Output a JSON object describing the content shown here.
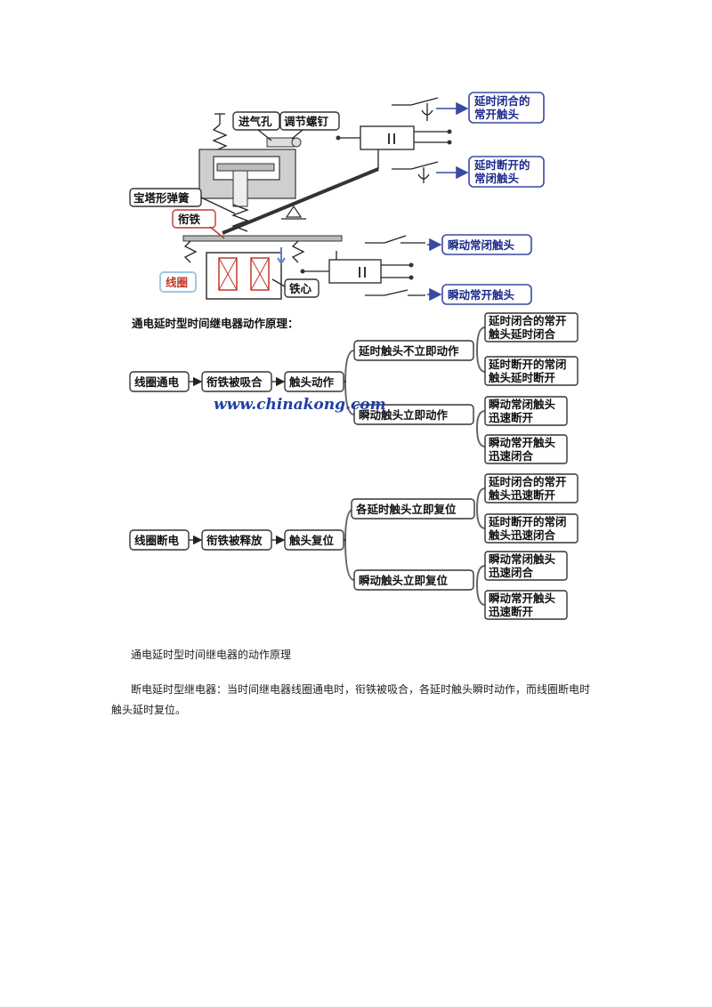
{
  "mechanism": {
    "labels": {
      "intake_hole": "进气孔",
      "adjust_screw": "调节螺钉",
      "pagoda_spring": "宝塔形弹簧",
      "armature": "衔铁",
      "coil": "线圈",
      "iron_core": "铁心"
    },
    "contacts": {
      "delayed_close_no": [
        "延时闭合的",
        "常开触头"
      ],
      "delayed_open_nc": [
        "延时断开的",
        "常闭触头"
      ],
      "instant_nc": "瞬动常闭触头",
      "instant_no": "瞬动常开触头"
    }
  },
  "flow": {
    "title": "通电延时型时间继电器动作原理：",
    "watermark": "www.chinakong.com",
    "energize": {
      "start": "线圈通电",
      "step2": "衔铁被吸合",
      "step3": "触头动作",
      "branch_delayed": "延时触头不立即动作",
      "branch_instant": "瞬动触头立即动作",
      "leaves": [
        [
          "延时闭合的常开",
          "触头延时闭合"
        ],
        [
          "延时断开的常闭",
          "触头延时断开"
        ],
        [
          "瞬动常闭触头",
          "迅速断开"
        ],
        [
          "瞬动常开触头",
          "迅速闭合"
        ]
      ]
    },
    "deenergize": {
      "start": "线圈断电",
      "step2": "衔铁被释放",
      "step3": "触头复位",
      "branch_delayed": "各延时触头立即复位",
      "branch_instant": "瞬动触头立即复位",
      "leaves": [
        [
          "延时闭合的常开",
          "触头迅速断开"
        ],
        [
          "延时断开的常闭",
          "触头迅速闭合"
        ],
        [
          "瞬动常闭触头",
          "迅速闭合"
        ],
        [
          "瞬动常开触头",
          "迅速断开"
        ]
      ]
    }
  },
  "caption": "通电延时型时间继电器的动作原理",
  "paragraph": "断电延时型继电器：当时间继电器线圈通电时，衔铁被吸合，各延时触头瞬时动作，而线圈断电时触头延时复位。"
}
